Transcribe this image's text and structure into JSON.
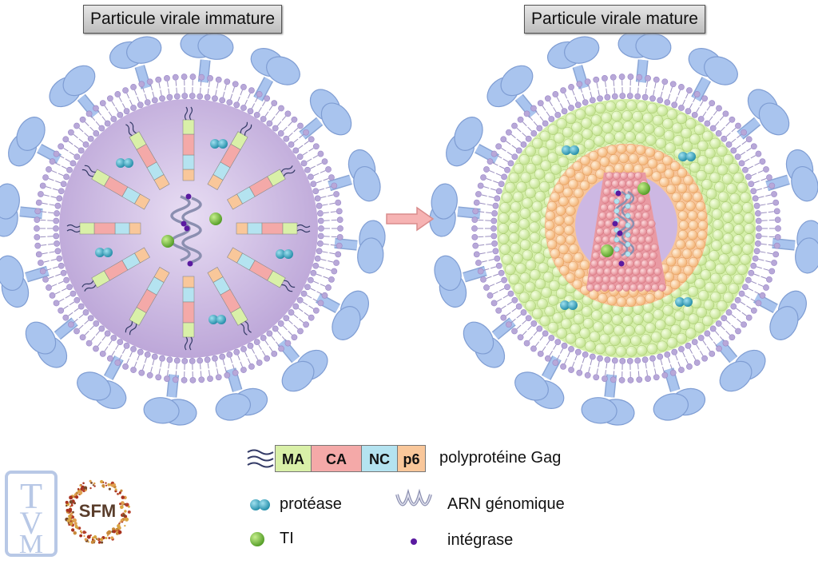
{
  "titles": {
    "immature": "Particule virale immature",
    "mature": "Particule virale mature"
  },
  "legend": {
    "gag_segments": [
      "MA",
      "CA",
      "NC",
      "p6"
    ],
    "gag_label": "polyprotéine Gag",
    "protease": "protéase",
    "rna": "ARN génomique",
    "ti": "TI",
    "integrase": "intégrase"
  },
  "logos": {
    "tvm": "TVM",
    "sfm": "SFM"
  },
  "colors": {
    "membrane": "#b8a8d8",
    "interior_immature": "#c7b3e0",
    "glycoprotein": "#a9c4ee",
    "matrix": "#d5efaa",
    "capsid_shell": "#f7c59a",
    "core": "#e99aa3",
    "ma": "#d9f0a8",
    "ca": "#f4a9a8",
    "nc": "#b4e3f0",
    "p6": "#f9c79a",
    "protease": "#3aa3bd",
    "ti": "#6fb53a",
    "integrase": "#5a1aa0"
  }
}
